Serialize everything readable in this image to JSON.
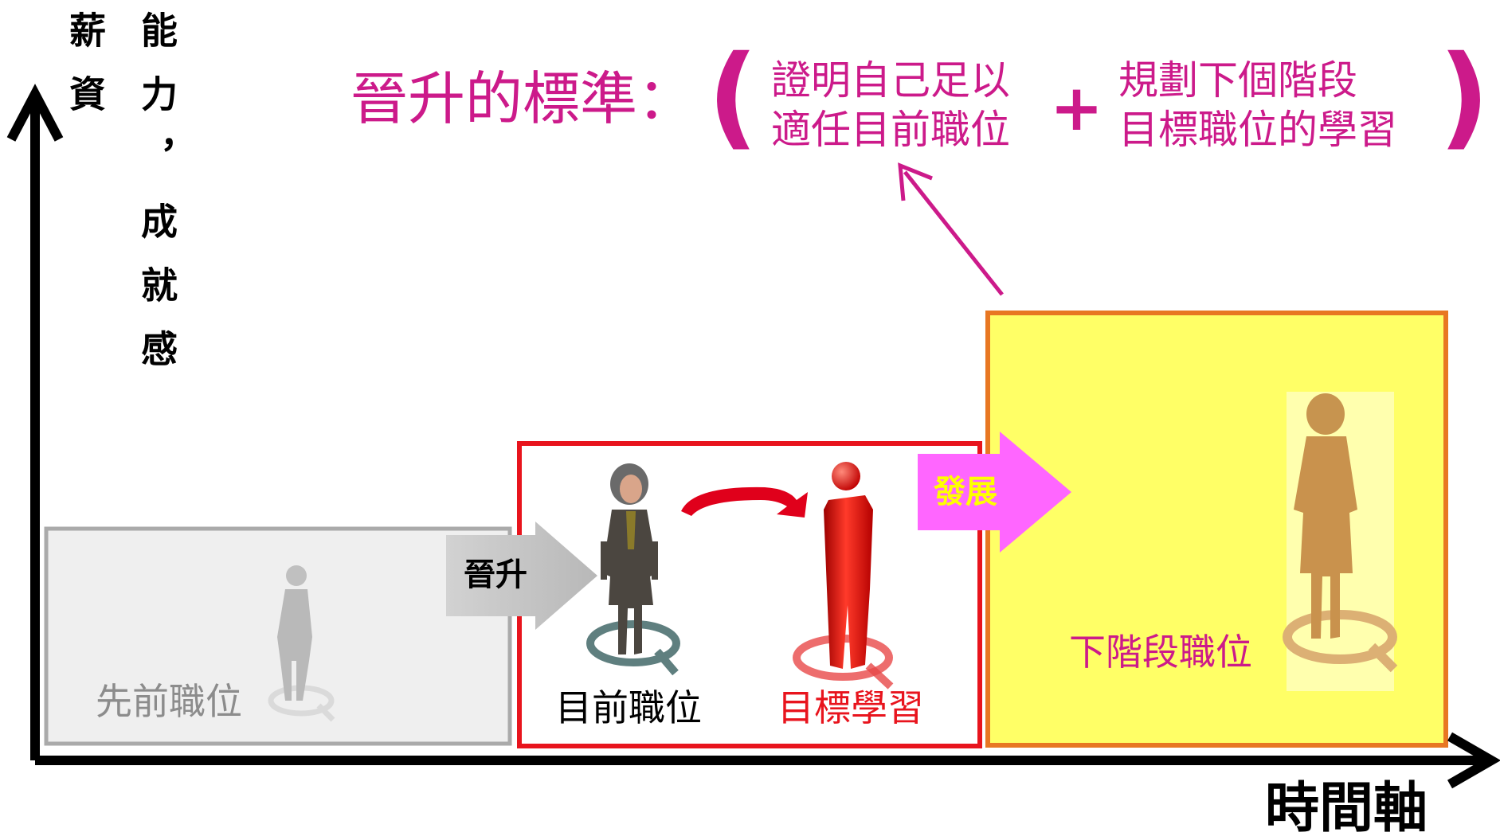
{
  "axes": {
    "y_labels": [
      "薪資",
      "能力，成就感"
    ],
    "x_label": "時間軸"
  },
  "promotion_standard": {
    "title": "晉升的標準：",
    "open_paren": "(",
    "close_paren": ")",
    "plus": "+",
    "term1": [
      "證明自己足以",
      "適任目前職位"
    ],
    "term2": [
      "規劃下個階段",
      "目標職位的學習"
    ]
  },
  "stages": {
    "previous": "先前職位",
    "current": "目前職位",
    "target_learning": "目標學習",
    "next": "下階段職位"
  },
  "transitions": {
    "promote": "晉升",
    "develop": "發展"
  },
  "colors": {
    "accent_pink": "#cc1a8a",
    "previous_box": "#aaaaaa",
    "current_box": "#e8141d",
    "next_box_border": "#e87722",
    "next_box_fill": "#ffff66",
    "develop_arrow": "#ff66ff",
    "develop_label": "#ffff00"
  }
}
